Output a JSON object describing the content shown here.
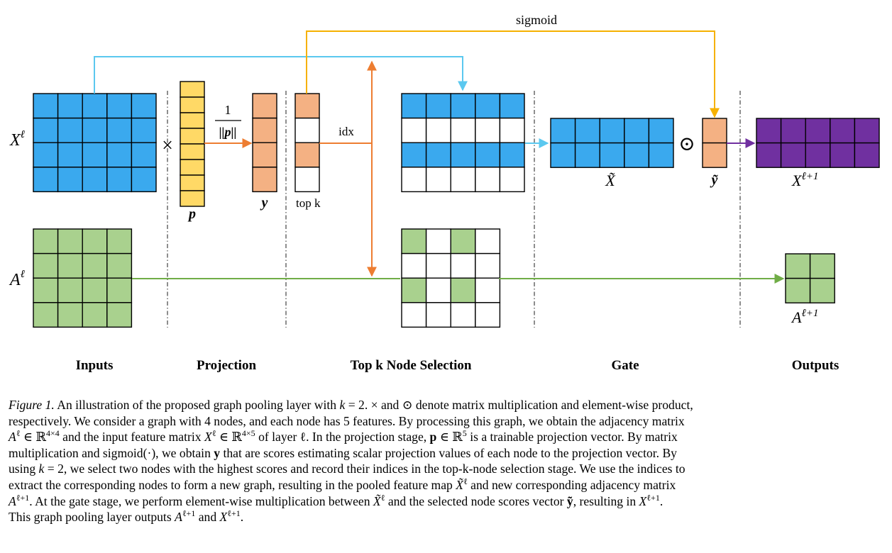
{
  "labels": {
    "sigmoid": "sigmoid",
    "idx": "idx",
    "top_k": "top k",
    "x_in_base": "X",
    "x_in_sup": "ℓ",
    "a_in_base": "A",
    "a_in_sup": "ℓ",
    "x_out_base": "X",
    "x_out_sup": "ℓ+1",
    "a_out_base": "A",
    "a_out_sup": "ℓ+1",
    "p": "p",
    "y": "y",
    "x_tilde": "X̃",
    "y_tilde": "ỹ",
    "times": "×",
    "odot": "⊙",
    "frac_num": "1",
    "frac_den": "||p||"
  },
  "stages": [
    "Inputs",
    "Projection",
    "Top k Node Selection",
    "Gate",
    "Outputs"
  ],
  "colors": {
    "blue": "#3aa9ee",
    "green": "#a9d18e",
    "orange": "#f4b183",
    "yellow": "#ffd966",
    "purple": "#7030a0",
    "cyan_arrow": "#5bc8ef",
    "orange_arrow": "#ed7d31",
    "gold_arrow": "#f6b100",
    "green_arrow": "#70ad47",
    "purple_arrow": "#7030a0"
  },
  "caption": {
    "figure_label": "Figure 1.",
    "line1_a": " An illustration of the proposed graph pooling layer with ",
    "line1_b": "k",
    "line1_c": " = 2. × and ⊙ denote matrix multiplication and element-wise product,",
    "line2": "respectively. We consider a graph with 4 nodes, and each node has 5 features. By processing this graph, we obtain the adjacency matrix",
    "line3_a": "A",
    "line3_sup1": "ℓ",
    "line3_b": " ∈ ℝ",
    "line3_sup2": "4×4",
    "line3_c": " and the input feature matrix ",
    "line3_d": "X",
    "line3_sup3": "ℓ",
    "line3_e": " ∈ ℝ",
    "line3_sup4": "4×5",
    "line3_f": " of layer ℓ. In the projection stage, ",
    "line3_g": "p",
    "line3_h": " ∈ ℝ",
    "line3_sup5": "5",
    "line3_i": " is a trainable projection vector. By matrix",
    "line4_a": "multiplication and sigmoid(·), we obtain ",
    "line4_b": "y",
    "line4_c": " that are scores estimating scalar projection values of each node to the projection vector. By",
    "line5_a": "using ",
    "line5_b": "k",
    "line5_c": " = 2, we select two nodes with the highest scores and record their indices in the top-k-node selection stage. We use the indices to",
    "line6_a": "extract the corresponding nodes to form a new graph, resulting in the pooled feature map ",
    "line6_b": "X̃",
    "line6_sup": "ℓ",
    "line6_c": " and new corresponding adjacency matrix",
    "line7_a": "A",
    "line7_sup1": "ℓ+1",
    "line7_b": ". At the gate stage, we perform element-wise multiplication between ",
    "line7_c": "X̃",
    "line7_sup2": "ℓ",
    "line7_d": " and the selected node scores vector ",
    "line7_e": "ỹ",
    "line7_f": ", resulting in ",
    "line7_g": "X",
    "line7_sup3": "ℓ+1",
    "line7_h": ".",
    "line8_a": "This graph pooling layer outputs ",
    "line8_b": "A",
    "line8_sup1": "ℓ+1",
    "line8_c": " and ",
    "line8_d": "X",
    "line8_sup2": "ℓ+1",
    "line8_e": "."
  }
}
